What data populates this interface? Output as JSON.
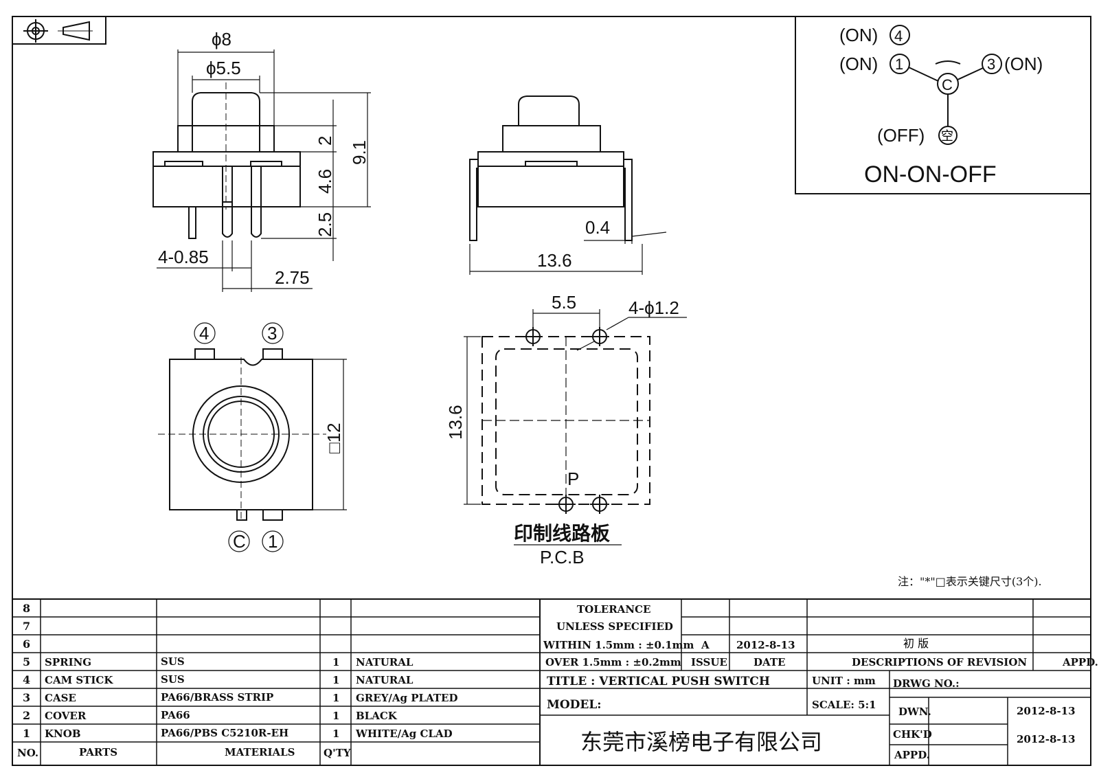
{
  "views": {
    "front": {
      "dia_outer": "ϕ8",
      "dia_inner": "ϕ5.5",
      "h_top": "2",
      "h_total": "9.1",
      "h_body": "4.6",
      "h_pin": "2.5",
      "pin_width": "4-0.85",
      "pin_pitch": "2.75"
    },
    "side": {
      "lead": "0.4",
      "width": "13.6"
    },
    "bottom": {
      "pin4": "4",
      "pin3": "3",
      "pinC": "C",
      "pin1": "1",
      "size": "□12"
    },
    "pcb": {
      "spacing": "5.5",
      "holes": "4-ϕ1.2",
      "size": "13.6",
      "mark": "P",
      "label_cn": "印制线路板",
      "label_en": "P.C.B"
    }
  },
  "schematic": {
    "t4": "(ON)",
    "n4": "4",
    "t1": "(ON)",
    "n1": "1",
    "nC": "C",
    "n3": "3",
    "t3": "(ON)",
    "toff": "(OFF)",
    "noff": "空",
    "mode": "ON-ON-OFF"
  },
  "note": "注：\"*\"□表示关键尺寸(3个).",
  "parts": {
    "rows": [
      {
        "no": "8",
        "part": "",
        "material": "",
        "qty": "",
        "finish": ""
      },
      {
        "no": "7",
        "part": "",
        "material": "",
        "qty": "",
        "finish": ""
      },
      {
        "no": "6",
        "part": "",
        "material": "",
        "qty": "",
        "finish": ""
      },
      {
        "no": "5",
        "part": "SPRING",
        "material": "SUS",
        "qty": "1",
        "finish": "NATURAL"
      },
      {
        "no": "4",
        "part": "CAM STICK",
        "material": "SUS",
        "qty": "1",
        "finish": "NATURAL"
      },
      {
        "no": "3",
        "part": "CASE",
        "material": "PA66/BRASS STRIP",
        "qty": "1",
        "finish": "GREY/Ag PLATED"
      },
      {
        "no": "2",
        "part": "COVER",
        "material": "PA66",
        "qty": "1",
        "finish": "BLACK"
      },
      {
        "no": "1",
        "part": "KNOB",
        "material": "PA66/PBS C5210R-EH",
        "qty": "1",
        "finish": "WHITE/Ag CLAD"
      }
    ],
    "header": {
      "no": "NO.",
      "part": "PARTS",
      "material": "MATERIALS",
      "qty": "Q'TY"
    }
  },
  "title_block": {
    "tol1": "TOLERANCE",
    "tol2": "UNLESS  SPECIFIED",
    "tol3": "WITHIN 1.5mm : ±0.1mm",
    "tol4": "OVER 1.5mm : ±0.2mm",
    "issue_val": "A",
    "date_val": "2012-8-13",
    "desc_val": "初  版",
    "issue_h": "ISSUE",
    "date_h": "DATE",
    "desc_h": "DESCRIPTIONS OF REVISION",
    "appd_h": "APPD.",
    "title": "TITLE :  VERTICAL PUSH SWITCH",
    "unit": "UNIT :  mm",
    "drwg": "DRWG NO.:",
    "model": "MODEL:",
    "scale": "SCALE:  5:1",
    "dwn": "DWN.",
    "dwn_date": "2012-8-13",
    "chkd": "CHK'D",
    "chkd_date": "2012-8-13",
    "appd": "APPD.",
    "company": "东莞市溪榜电子有限公司"
  }
}
